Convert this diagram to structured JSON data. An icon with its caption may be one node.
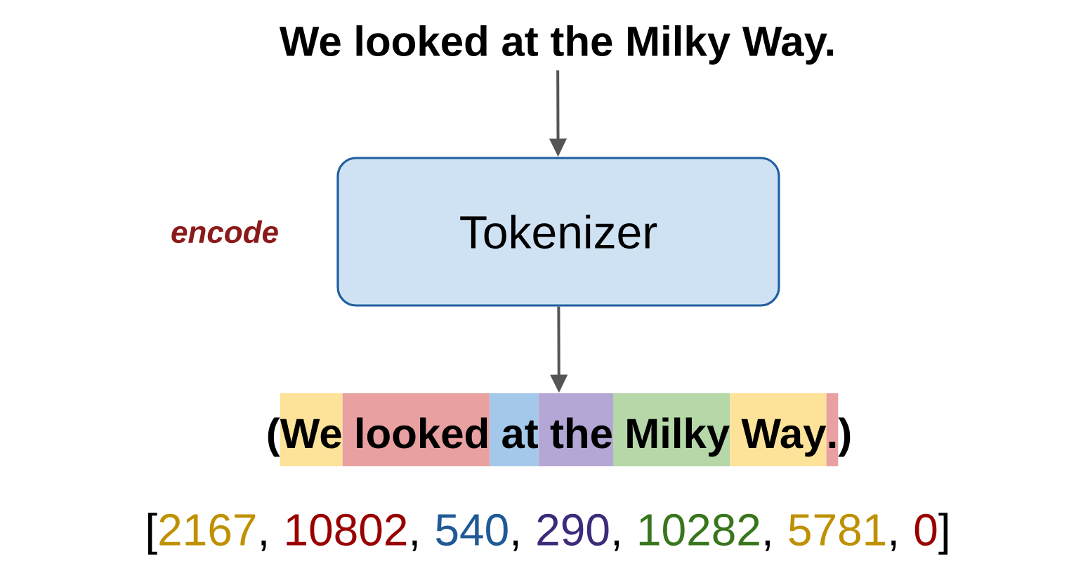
{
  "diagram": {
    "nodes": [
      {
        "text": [
          "We looked at the Milky Way."
        ]
      },
      {
        "text": [
          "Tokenizer"
        ]
      },
      {
        "text": [
          "(",
          "We",
          "looked",
          "at",
          "the",
          "Milky",
          "Way",
          ".",
          ")"
        ]
      }
    ],
    "edges": [
      {
        "from": 0,
        "to": 1,
        "arrow": "to"
      },
      {
        "from": 1,
        "to": 2,
        "arrow": "to"
      }
    ],
    "labels": [
      "encode",
      "[",
      "2167",
      ",",
      "10802",
      ",",
      "540",
      ",",
      "290",
      ",",
      "10282",
      ",",
      "5781",
      ",",
      "0",
      "]"
    ]
  }
}
